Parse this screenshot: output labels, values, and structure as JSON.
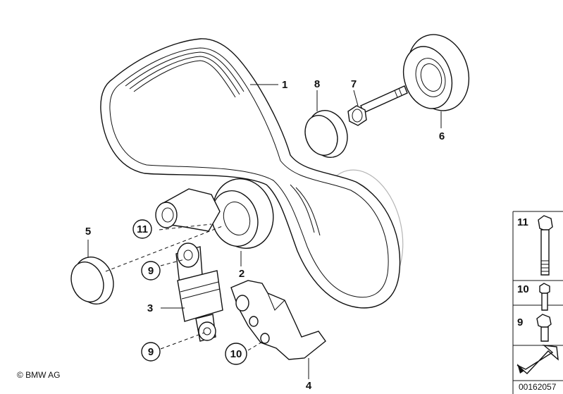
{
  "diagram": {
    "callouts": [
      {
        "id": "1",
        "text": "1"
      },
      {
        "id": "2",
        "text": "2"
      },
      {
        "id": "3",
        "text": "3"
      },
      {
        "id": "4",
        "text": "4"
      },
      {
        "id": "5",
        "text": "5"
      },
      {
        "id": "6",
        "text": "6"
      },
      {
        "id": "7",
        "text": "7"
      },
      {
        "id": "8",
        "text": "8"
      },
      {
        "id": "9a",
        "text": "9"
      },
      {
        "id": "9b",
        "text": "9"
      },
      {
        "id": "10",
        "text": "10"
      },
      {
        "id": "11",
        "text": "11"
      }
    ],
    "side_panel": [
      {
        "id": "11",
        "text": "11"
      },
      {
        "id": "10",
        "text": "10"
      },
      {
        "id": "9",
        "text": "9"
      }
    ],
    "copyright": "© BMW AG",
    "diagram_number": "00162057"
  }
}
